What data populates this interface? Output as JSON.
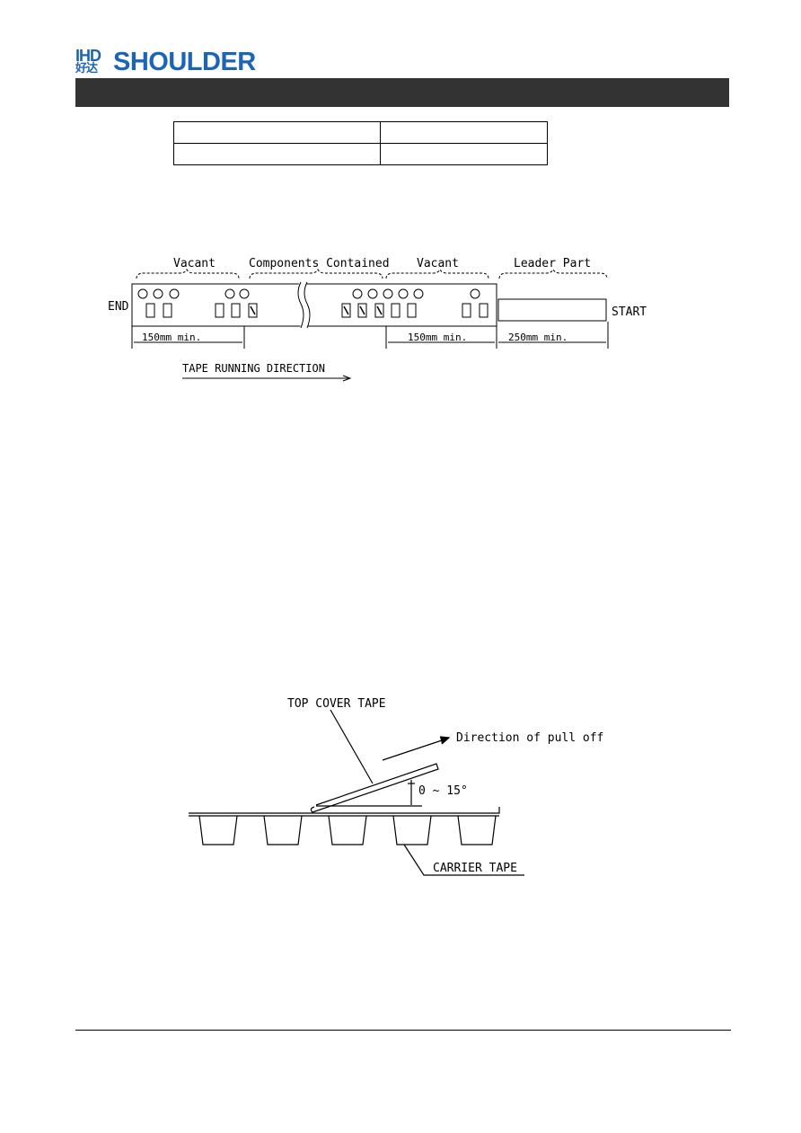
{
  "header": {
    "logo_mark": "IHD",
    "logo_cn": "好达",
    "logo_word": "SHOULDER"
  },
  "spec_table": {
    "rows": [
      [
        "",
        ""
      ],
      [
        "",
        ""
      ]
    ]
  },
  "tape_diagram": {
    "label_vacant_left": "Vacant",
    "label_components": "Components Contained",
    "label_vacant_right": "Vacant",
    "label_leader": "Leader Part",
    "label_end": "END",
    "label_start": "START",
    "dim_left": "150mm min.",
    "dim_mid": "150mm min.",
    "dim_right": "250mm min.",
    "running_direction": "TAPE RUNNING DIRECTION"
  },
  "peel_diagram": {
    "label_top_cover": "TOP COVER TAPE",
    "label_pull": "Direction of pull off",
    "label_angle": "0 ~ 15°",
    "label_carrier": "CARRIER TAPE"
  }
}
